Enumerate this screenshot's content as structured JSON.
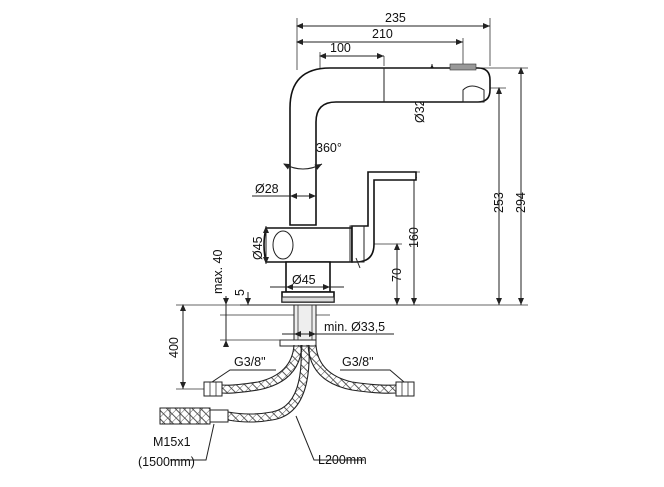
{
  "dimensions": {
    "d235": "235",
    "d210": "210",
    "d100": "100",
    "dia32": "Ø32",
    "rot360": "360°",
    "dia28": "Ø28",
    "h253": "253",
    "h294": "294",
    "dia45_side": "Ø45",
    "h160": "160",
    "max40": "max. 40",
    "dia45_base": "Ø45",
    "h70": "70",
    "d5": "5",
    "min33": "min. Ø33,5",
    "h400": "400",
    "g38_left": "G3/8\"",
    "g38_right": "G3/8\"",
    "m15": "M15x1",
    "len1500": "(1500mm)",
    "len200": "L200mm"
  }
}
